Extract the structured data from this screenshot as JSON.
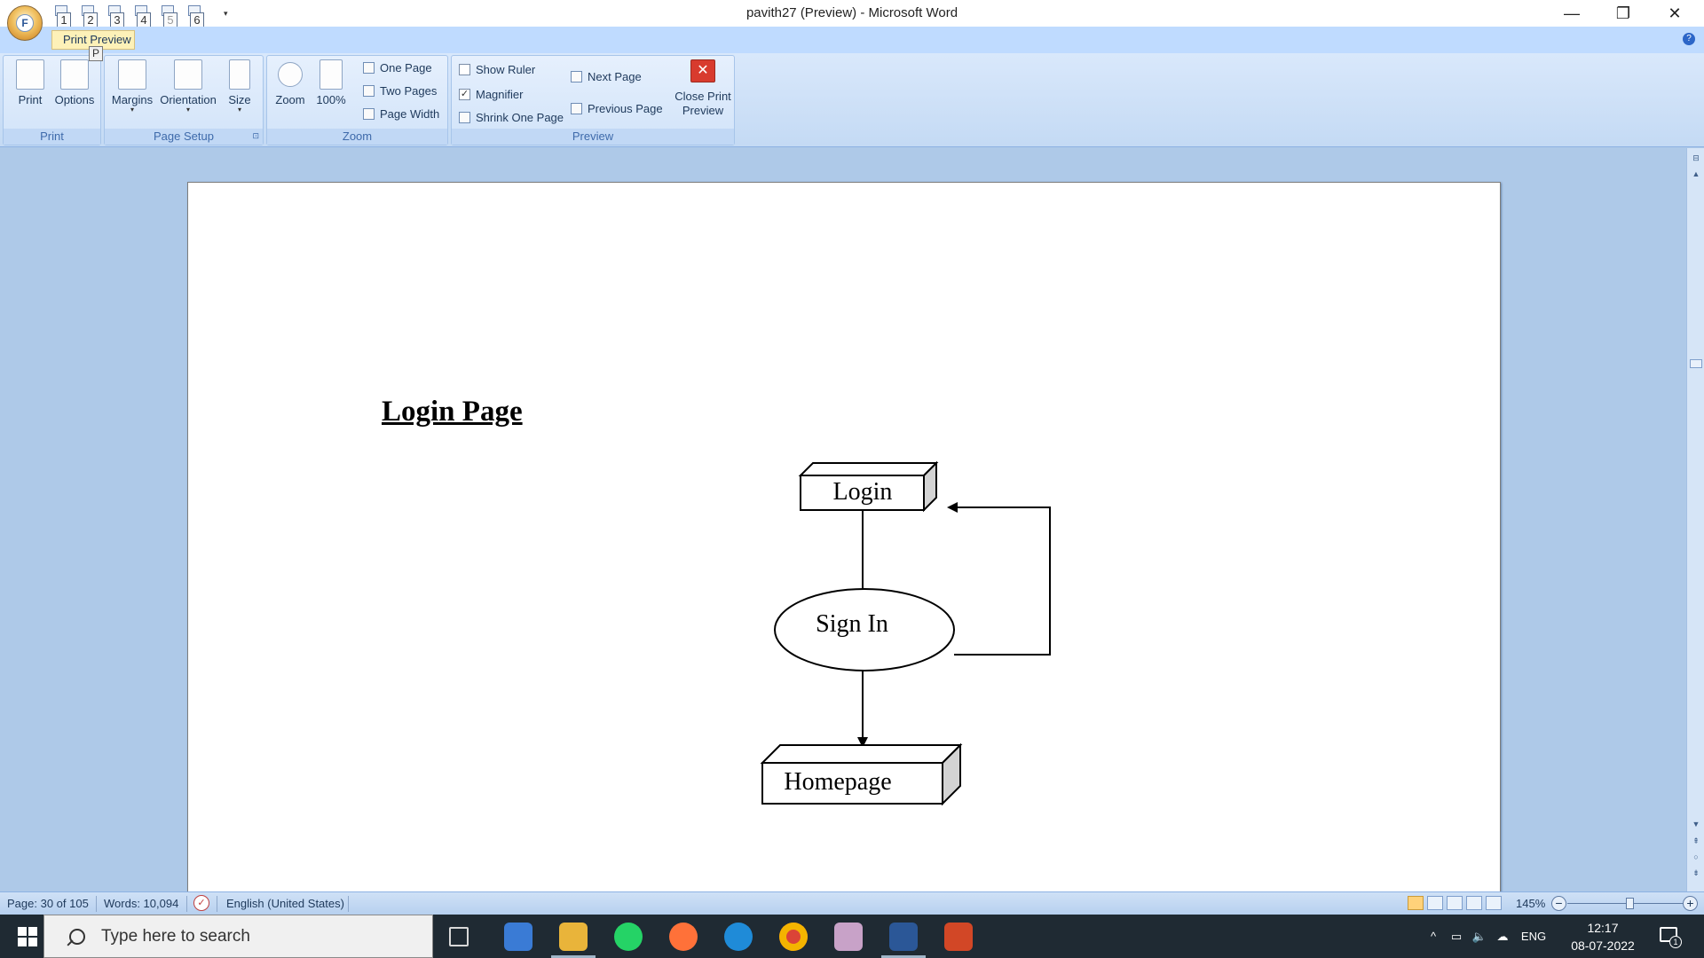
{
  "window": {
    "title": "pavith27 (Preview) - Microsoft Word",
    "office_button_letter": "F",
    "minimize": "—",
    "restore": "❐",
    "close": "✕"
  },
  "quick_access": {
    "items": [
      "1",
      "2",
      "3",
      "4",
      "5",
      "6"
    ],
    "tooltip": "Print Preview",
    "keytip": "P",
    "dropdown": "▾"
  },
  "ribbon": {
    "groups": {
      "print": {
        "label": "Print",
        "print_button": "Print",
        "options_button": "Options"
      },
      "page_setup": {
        "label": "Page Setup",
        "margins_button": "Margins",
        "orientation_button": "Orientation",
        "size_button": "Size"
      },
      "zoom": {
        "label": "Zoom",
        "zoom_button": "Zoom",
        "hundred_button": "100%",
        "one_page": "One Page",
        "two_pages": "Two Pages",
        "page_width": "Page Width"
      },
      "preview": {
        "label": "Preview",
        "show_ruler": "Show Ruler",
        "show_ruler_checked": false,
        "magnifier": "Magnifier",
        "magnifier_checked": true,
        "shrink_one_page": "Shrink One Page",
        "next_page": "Next Page",
        "previous_page": "Previous Page",
        "close_print_preview_line1": "Close Print",
        "close_print_preview_line2": "Preview"
      }
    }
  },
  "document": {
    "heading": "Login Page",
    "diagram": {
      "login_box": "Login",
      "sign_in_ellipse": "Sign In",
      "homepage_box": "Homepage"
    }
  },
  "status_bar": {
    "page": "Page: 30 of 105",
    "words": "Words: 10,094",
    "language": "English (United States)",
    "zoom_level": "145%"
  },
  "taskbar": {
    "search_placeholder": "Type here to search",
    "language": "ENG",
    "time": "12:17",
    "date": "08-07-2022",
    "notification_count": "1"
  },
  "colors": {
    "ribbon_bg": "#d9e8fb",
    "workspace_bg": "#aec9e8",
    "taskbar_bg": "#1f2a33",
    "close_preview_red": "#d83b2e"
  }
}
